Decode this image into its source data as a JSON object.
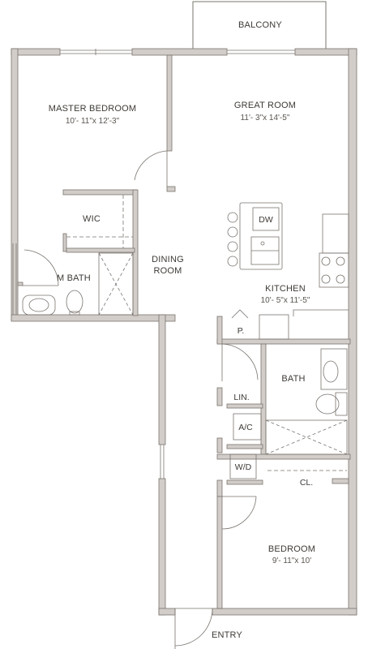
{
  "colors": {
    "wall_fill": "#d2cdc8",
    "wall_stroke": "#7a746e",
    "fixture": "#7a746e",
    "text": "#3e3a36",
    "background": "#ffffff"
  },
  "rooms": {
    "balcony": {
      "label": "BALCONY"
    },
    "master_bedroom": {
      "label": "MASTER BEDROOM",
      "dims": "10'- 11\"x 12'-3\""
    },
    "great_room": {
      "label": "GREAT ROOM",
      "dims": "11'- 3\"x 14'-5\""
    },
    "wic": {
      "label": "WIC"
    },
    "dw": {
      "label": "DW"
    },
    "dining_room": {
      "label_line1": "DINING",
      "label_line2": "ROOM"
    },
    "m_bath": {
      "label": "M BATH"
    },
    "kitchen": {
      "label": "KITCHEN",
      "dims": "10'- 5\"x 11'-5\""
    },
    "pantry": {
      "label": "P."
    },
    "bath": {
      "label": "BATH"
    },
    "linen": {
      "label": "LIN."
    },
    "ac": {
      "label": "A/C"
    },
    "wd": {
      "label": "W/D"
    },
    "closet": {
      "label": "CL."
    },
    "bedroom": {
      "label": "BEDROOM",
      "dims": "9'- 11\"x 10'"
    },
    "entry": {
      "label": "ENTRY"
    }
  }
}
